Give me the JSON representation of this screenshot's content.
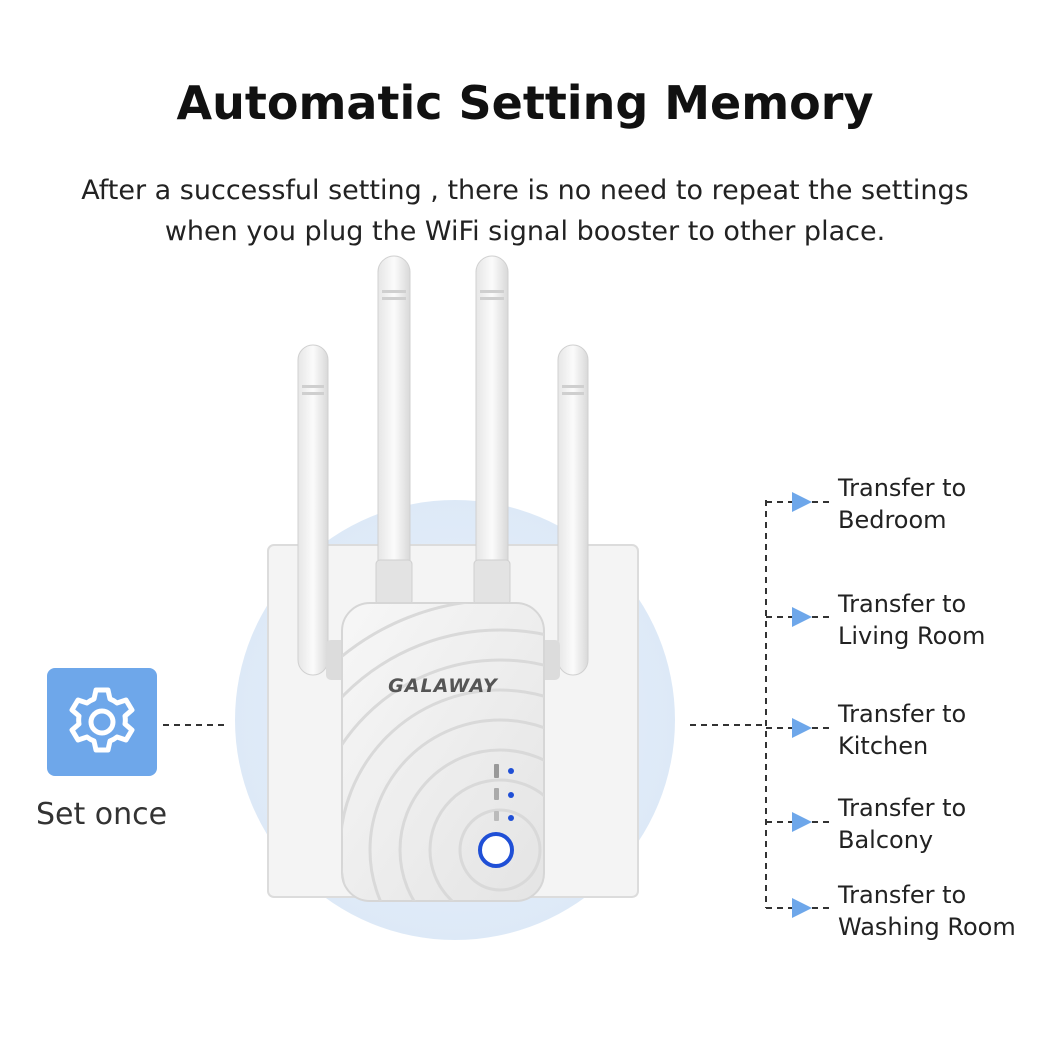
{
  "header": {
    "title": "Automatic Setting Memory",
    "subtitle_line1": "After a successful setting , there is no need to repeat the settings",
    "subtitle_line2": "when you plug the WiFi signal booster to other place."
  },
  "device": {
    "brand": "GALAWAY",
    "led_color": "#1f4fd6"
  },
  "setup": {
    "label": "Set once",
    "icon": "gear-icon",
    "accent": "#6ea7ea"
  },
  "destinations": [
    {
      "line1": "Transfer to",
      "line2": "Bedroom"
    },
    {
      "line1": "Transfer to",
      "line2": "Living Room"
    },
    {
      "line1": "Transfer to",
      "line2": "Kitchen"
    },
    {
      "line1": "Transfer to",
      "line2": "Balcony"
    },
    {
      "line1": "Transfer to",
      "line2": "Washing Room"
    }
  ],
  "colors": {
    "arrow": "#6ea7ea",
    "glow": "#dbe8f7"
  }
}
